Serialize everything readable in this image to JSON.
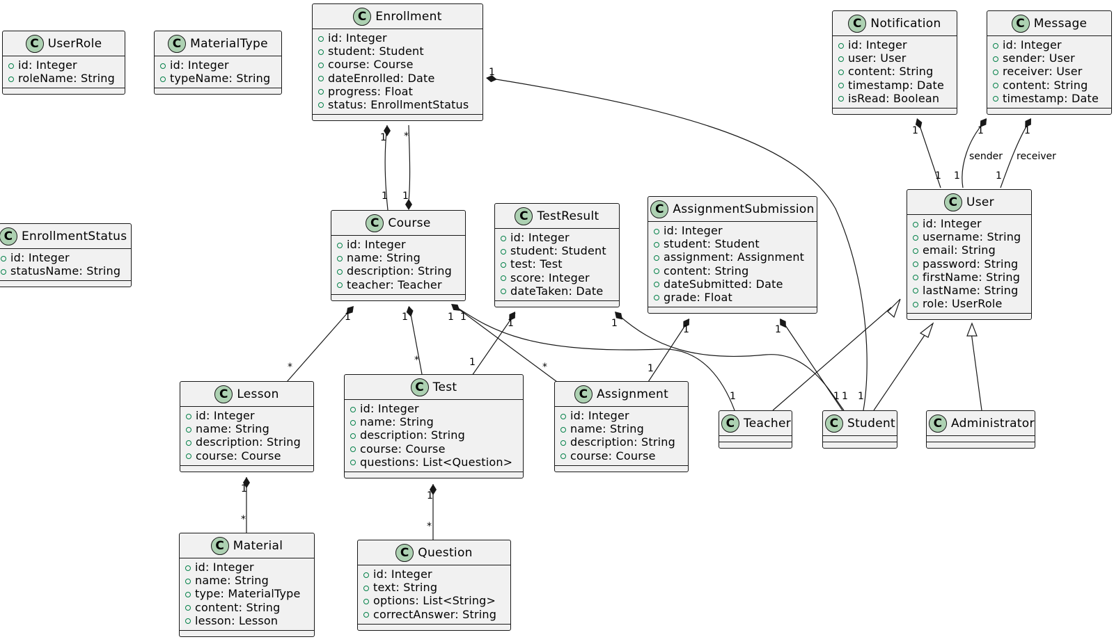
{
  "classes": {
    "userrole": {
      "name": "UserRole",
      "attributes": [
        "id: Integer",
        "roleName: String"
      ]
    },
    "materialtype": {
      "name": "MaterialType",
      "attributes": [
        "id: Integer",
        "typeName: String"
      ]
    },
    "enrollment": {
      "name": "Enrollment",
      "attributes": [
        "id: Integer",
        "student: Student",
        "course: Course",
        "dateEnrolled: Date",
        "progress: Float",
        "status: EnrollmentStatus"
      ]
    },
    "notification": {
      "name": "Notification",
      "attributes": [
        "id: Integer",
        "user: User",
        "content: String",
        "timestamp: Date",
        "isRead: Boolean"
      ]
    },
    "message": {
      "name": "Message",
      "attributes": [
        "id: Integer",
        "sender: User",
        "receiver: User",
        "content: String",
        "timestamp: Date"
      ]
    },
    "enrollmentstatus": {
      "name": "EnrollmentStatus",
      "attributes": [
        "id: Integer",
        "statusName: String"
      ]
    },
    "course": {
      "name": "Course",
      "attributes": [
        "id: Integer",
        "name: String",
        "description: String",
        "teacher: Teacher"
      ]
    },
    "testresult": {
      "name": "TestResult",
      "attributes": [
        "id: Integer",
        "student: Student",
        "test: Test",
        "score: Integer",
        "dateTaken: Date"
      ]
    },
    "assignmentsubmission": {
      "name": "AssignmentSubmission",
      "attributes": [
        "id: Integer",
        "student: Student",
        "assignment: Assignment",
        "content: String",
        "dateSubmitted: Date",
        "grade: Float"
      ]
    },
    "user": {
      "name": "User",
      "attributes": [
        "id: Integer",
        "username: String",
        "email: String",
        "password: String",
        "firstName: String",
        "lastName: String",
        "role: UserRole"
      ]
    },
    "lesson": {
      "name": "Lesson",
      "attributes": [
        "id: Integer",
        "name: String",
        "description: String",
        "course: Course"
      ]
    },
    "test": {
      "name": "Test",
      "attributes": [
        "id: Integer",
        "name: String",
        "description: String",
        "course: Course",
        "questions: List<Question>"
      ]
    },
    "assignment": {
      "name": "Assignment",
      "attributes": [
        "id: Integer",
        "name: String",
        "description: String",
        "course: Course"
      ]
    },
    "teacher": {
      "name": "Teacher",
      "attributes": []
    },
    "student": {
      "name": "Student",
      "attributes": []
    },
    "administrator": {
      "name": "Administrator",
      "attributes": []
    },
    "material": {
      "name": "Material",
      "attributes": [
        "id: Integer",
        "name: String",
        "type: MaterialType",
        "content: String",
        "lesson: Lesson"
      ]
    },
    "question": {
      "name": "Question",
      "attributes": [
        "id: Integer",
        "text: String",
        "options: List<String>",
        "correctAnswer: String"
      ]
    }
  },
  "stereotype_letter": "C",
  "colors": {
    "class_fill": "#f1f1f1",
    "stereotype_circle": "#add1b2",
    "visibility_marker": "#038048",
    "line": "#181818"
  },
  "relations": [
    {
      "from": "Enrollment",
      "to": "Course",
      "kind": "composition",
      "from_mult": "1",
      "to_mult": "1"
    },
    {
      "from": "Course",
      "to": "Enrollment",
      "kind": "composition",
      "from_mult": "1",
      "to_mult": "*"
    },
    {
      "from": "Enrollment",
      "to": "Student",
      "kind": "composition",
      "from_mult": "1",
      "to_mult": "1"
    },
    {
      "from": "Notification",
      "to": "User",
      "kind": "composition",
      "from_mult": "1",
      "to_mult": "1"
    },
    {
      "from": "Message",
      "to": "User",
      "kind": "composition",
      "from_mult": "1",
      "to_mult": "1",
      "label": "sender"
    },
    {
      "from": "Message",
      "to": "User",
      "kind": "composition",
      "from_mult": "1",
      "to_mult": "1",
      "label": "receiver"
    },
    {
      "from": "Course",
      "to": "Lesson",
      "kind": "composition",
      "from_mult": "1",
      "to_mult": "*"
    },
    {
      "from": "Course",
      "to": "Test",
      "kind": "composition",
      "from_mult": "1",
      "to_mult": "*"
    },
    {
      "from": "Course",
      "to": "Assignment",
      "kind": "composition",
      "from_mult": "1",
      "to_mult": "*"
    },
    {
      "from": "Course",
      "to": "Teacher",
      "kind": "composition",
      "from_mult": "1",
      "to_mult": "1"
    },
    {
      "from": "TestResult",
      "to": "Test",
      "kind": "composition",
      "from_mult": "1",
      "to_mult": "1"
    },
    {
      "from": "TestResult",
      "to": "Student",
      "kind": "composition",
      "from_mult": "1",
      "to_mult": "1"
    },
    {
      "from": "AssignmentSubmission",
      "to": "Assignment",
      "kind": "composition",
      "from_mult": "1",
      "to_mult": "1"
    },
    {
      "from": "AssignmentSubmission",
      "to": "Student",
      "kind": "composition",
      "from_mult": "1",
      "to_mult": "1"
    },
    {
      "from": "Lesson",
      "to": "Material",
      "kind": "composition",
      "from_mult": "1",
      "to_mult": "*"
    },
    {
      "from": "Test",
      "to": "Question",
      "kind": "composition",
      "from_mult": "1",
      "to_mult": "*"
    },
    {
      "from": "Teacher",
      "to": "User",
      "kind": "inheritance"
    },
    {
      "from": "Student",
      "to": "User",
      "kind": "inheritance"
    },
    {
      "from": "Administrator",
      "to": "User",
      "kind": "inheritance"
    }
  ]
}
